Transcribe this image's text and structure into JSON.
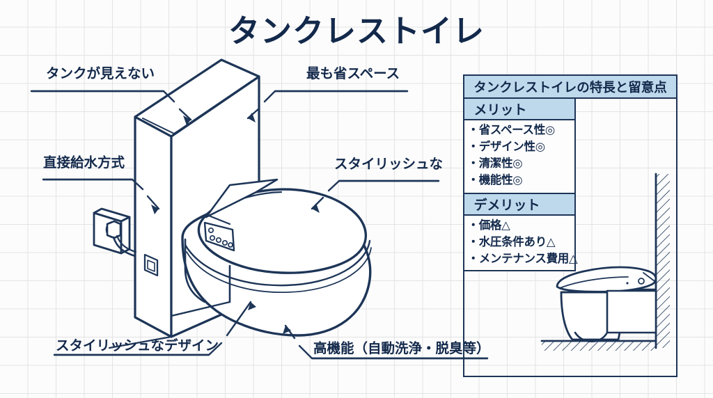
{
  "title": "タンクレストイレ",
  "theme": {
    "ink": "#13294b",
    "line": "#1d3557",
    "header_fill": "#bfd9ec",
    "grid": "#e3e3e3",
    "background": "#fcfcfc"
  },
  "callouts": [
    {
      "id": "tank-hidden",
      "text": "タンクが見えない"
    },
    {
      "id": "most-space-saving",
      "text": "最も省スペース"
    },
    {
      "id": "direct-supply",
      "text": "直接給水方式"
    },
    {
      "id": "stylish",
      "text": "スタイリッシュな"
    },
    {
      "id": "stylish-design",
      "text": "スタイリッシュなデザイン"
    },
    {
      "id": "high-function",
      "text": "高機能（自動洗浄・脱臭等）"
    }
  ],
  "infobox": {
    "header": "タンクレストイレの特長と留意点",
    "sections": [
      {
        "heading": "メリット",
        "items": [
          "・省スペース性◎",
          "・デザイン性◎",
          "・清潔性◎",
          "・機能性◎"
        ]
      },
      {
        "heading": "デメリット",
        "items": [
          "・価格△",
          "・水圧条件あり△",
          "・メンテナンス費用△"
        ]
      }
    ]
  }
}
